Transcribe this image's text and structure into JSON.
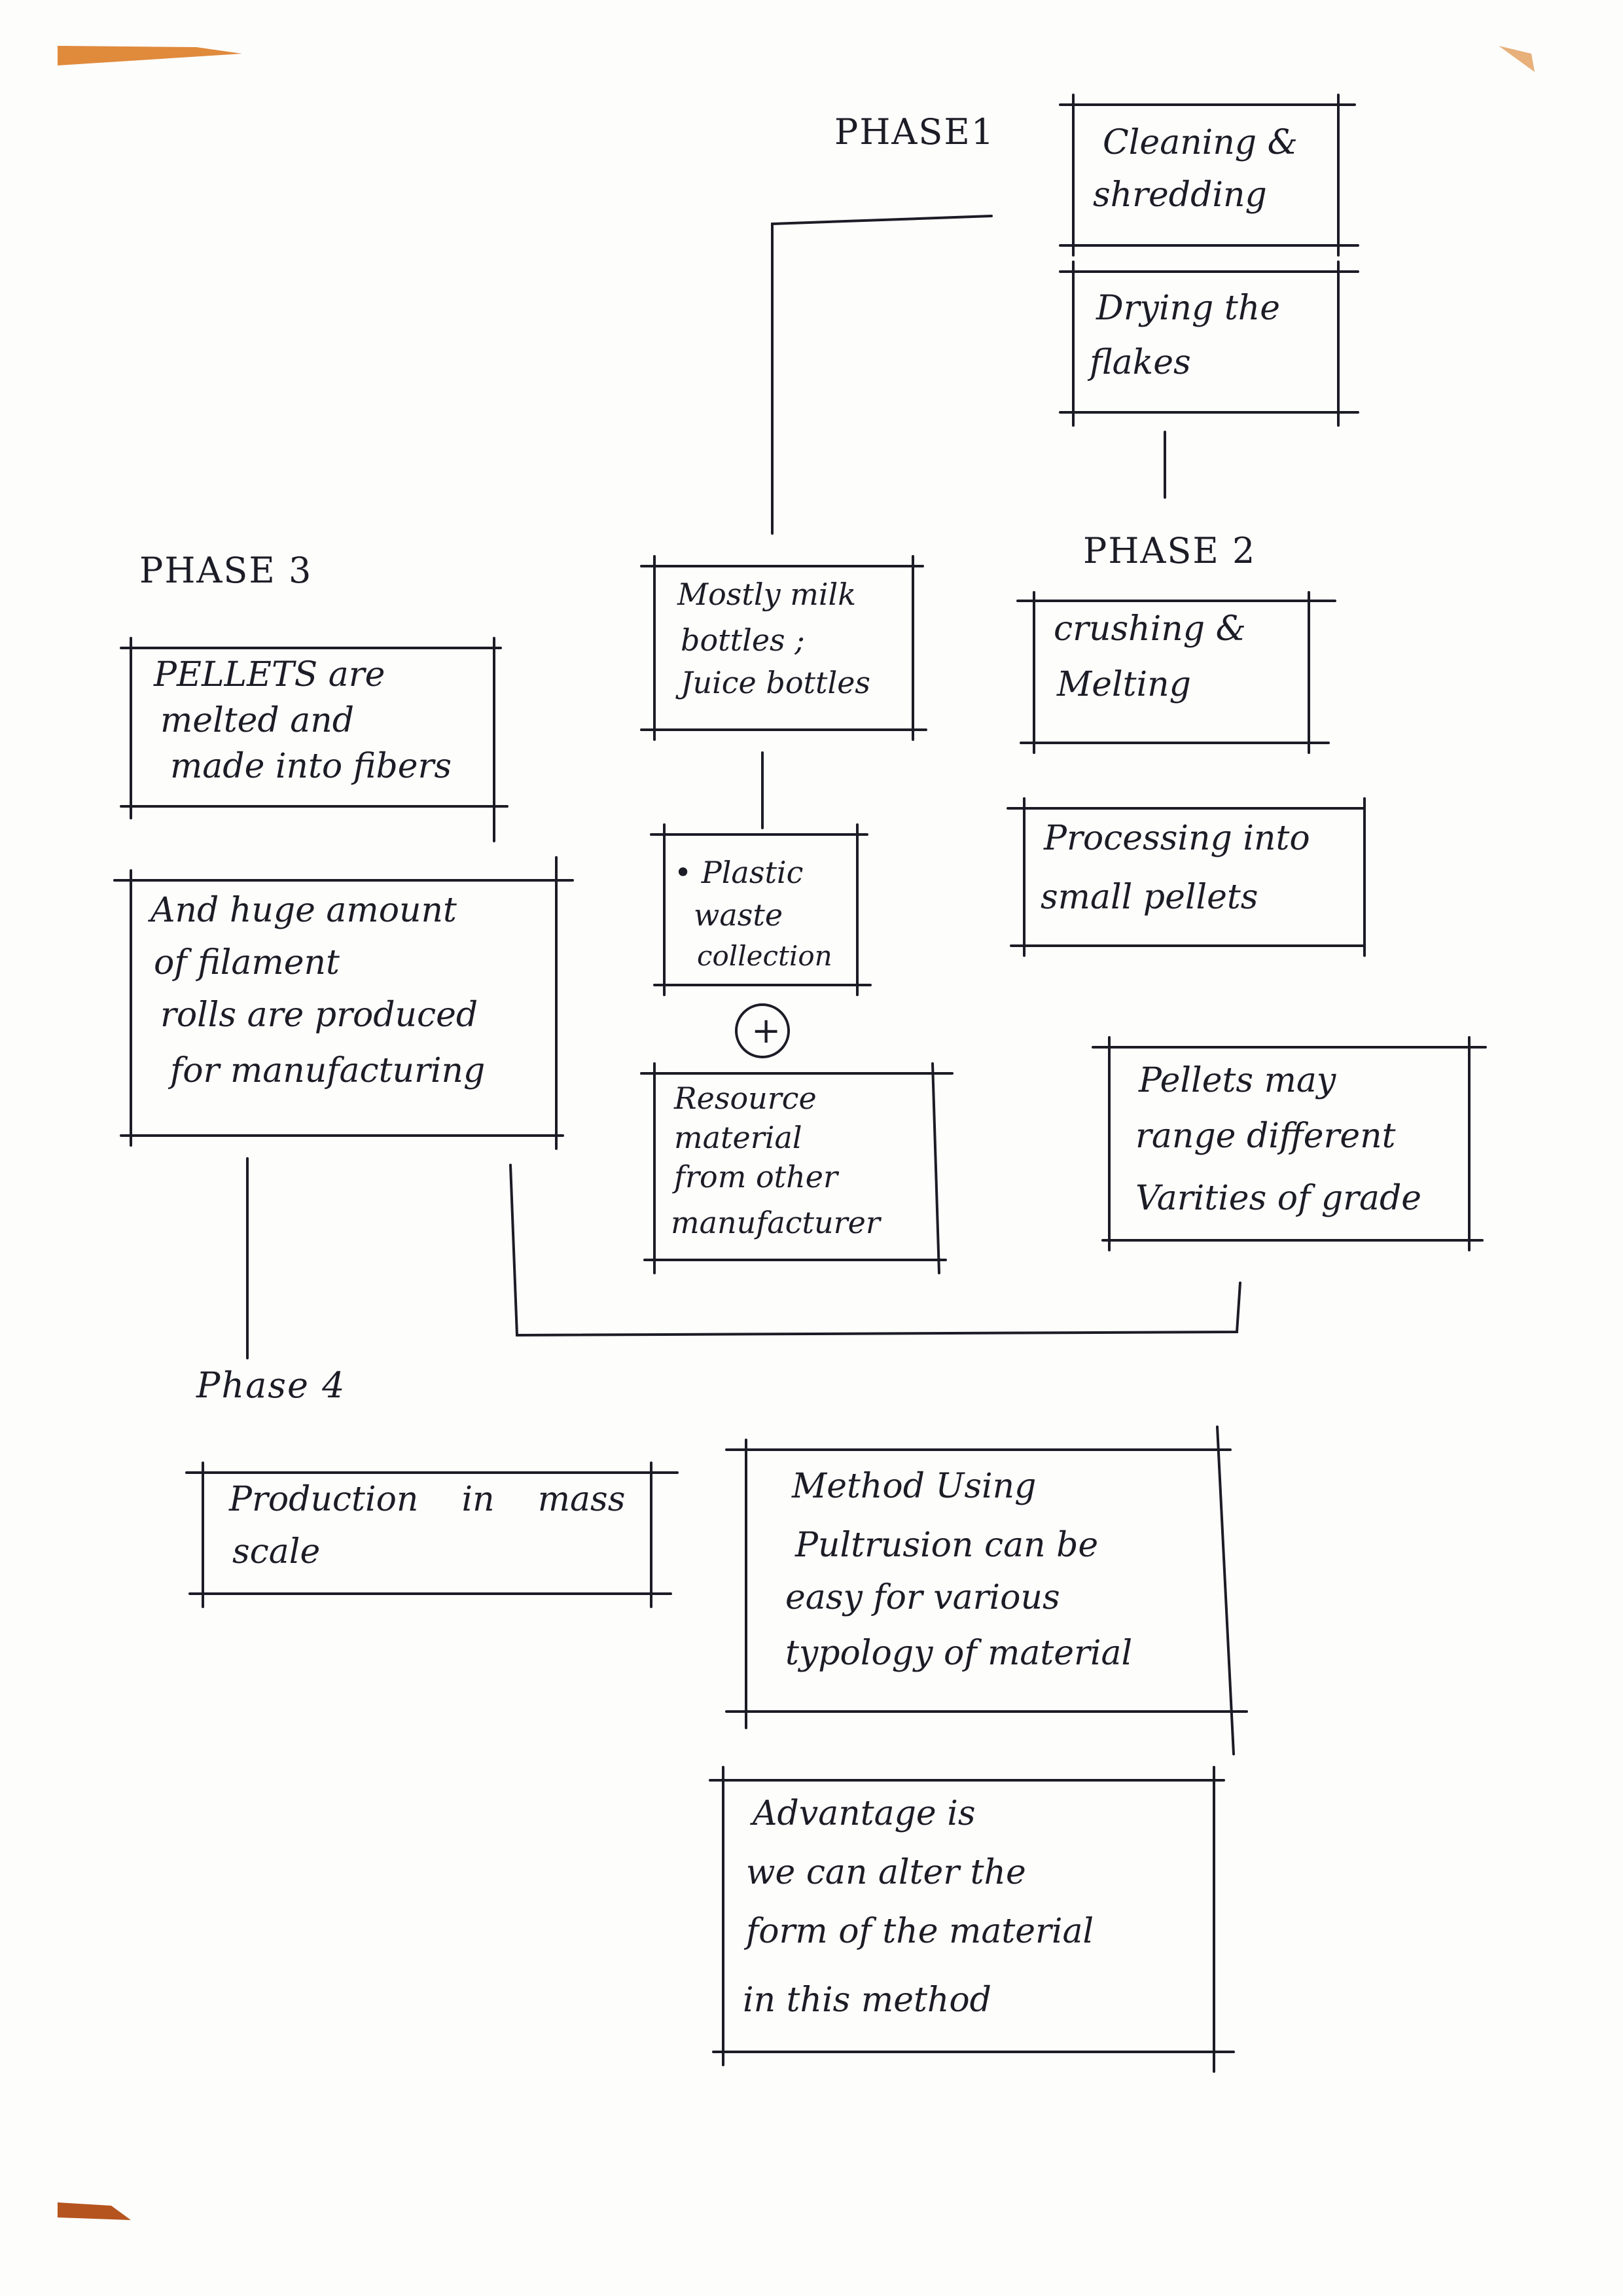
{
  "phases": {
    "phase1": "PHASE1",
    "phase2": "PHASE 2",
    "phase3": "PHASE 3",
    "phase4": "Phase 4"
  },
  "boxes": {
    "cleaning": [
      "Cleaning &",
      "shredding"
    ],
    "drying": [
      "Drying the",
      "flakes"
    ],
    "milk_bottles": [
      "Mostly milk",
      "bottles ;",
      "Juice bottles"
    ],
    "crushing": [
      "crushing &",
      "Melting"
    ],
    "plastic_waste": [
      "• Plastic",
      "waste",
      "collection"
    ],
    "processing": [
      "Processing into",
      "small pellets"
    ],
    "resource_material": [
      "Resource",
      "material",
      "from other",
      "manufacturer"
    ],
    "pellets_range": [
      "Pellets may",
      "range different",
      "Varities of grade"
    ],
    "pellets_melted": [
      "PELLETS are",
      "melted and",
      "made into fibers"
    ],
    "filament_rolls": [
      "And huge amount",
      "of filament",
      "rolls are produced",
      "for manufacturing"
    ],
    "production": [
      "Production    in    mass",
      "scale"
    ],
    "pultrusion": [
      "Method Using",
      "Pultrusion can be",
      "easy for various",
      "typology of material"
    ],
    "advantage": [
      "Advantage is",
      "we can alter the",
      "form of the material",
      "in this method"
    ]
  },
  "plus_symbol": "+",
  "colors": {
    "ink": "#1c1c26",
    "paper": "#fdfdfc",
    "corner_tab": "#e08a3c"
  }
}
